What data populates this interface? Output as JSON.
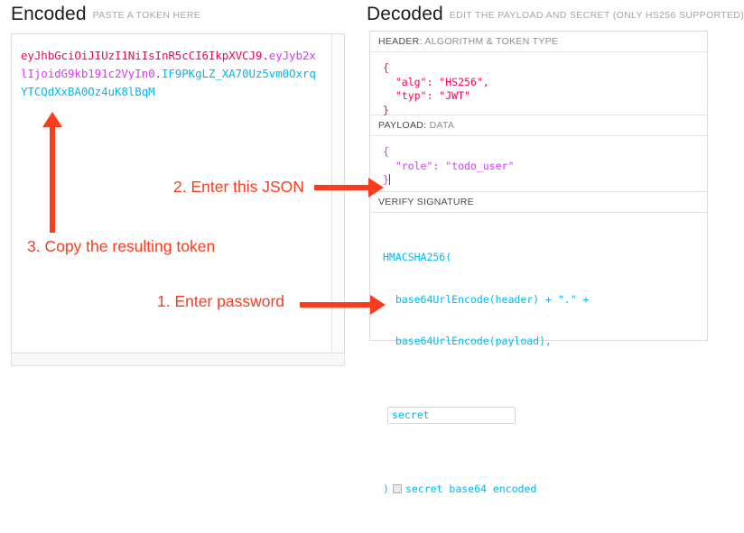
{
  "encoded": {
    "title": "Encoded",
    "subtitle": "PASTE A TOKEN HERE",
    "token": {
      "header_segment": "eyJhbGciOiJIUzI1NiIsInR5cCI6IkpXVCJ9",
      "separator": ".",
      "payload_segment": "eyJyb2xlIjoidG9kb191c2VyIn0",
      "signature_segment": "IF9PKgLZ_XA70Uz5vm0OxrqYTCQdXxBA0Oz4uK8lBqM",
      "full": "eyJhbGciOiJIUzI1NiIsInR5cCI6IkpXVCJ9.eyJyb2xlIjoidG9kb191c2VyIn0.IF9PKgLZ_XA70Uz5vm0OxrqYTCQdXxBA0Oz4uK8lBqM"
    }
  },
  "decoded": {
    "title": "Decoded",
    "subtitle": "EDIT THE PAYLOAD AND SECRET (ONLY HS256 SUPPORTED)",
    "sections": {
      "header": {
        "label_key": "HEADER:",
        "label_value": "ALGORITHM & TOKEN TYPE",
        "body": "{\n  \"alg\": \"HS256\",\n  \"typ\": \"JWT\"\n}"
      },
      "payload": {
        "label_key": "PAYLOAD:",
        "label_value": "DATA",
        "body": "{\n  \"role\": \"todo_user\"\n}"
      },
      "signature": {
        "label_key": "VERIFY SIGNATURE",
        "label_value": "",
        "line1": "HMACSHA256(",
        "line2": "  base64UrlEncode(header) + \".\" +",
        "line3": "  base64UrlEncode(payload),",
        "secret_value": "secret",
        "secret_placeholder": "secret",
        "closing_paren": ")",
        "base64_label": "secret base64 encoded",
        "base64_checked": false
      }
    }
  },
  "annotations": [
    {
      "id": "step-1",
      "text": "1. Enter password"
    },
    {
      "id": "step-2",
      "text": "2. Enter this JSON"
    },
    {
      "id": "step-3",
      "text": "3. Copy the resulting token"
    }
  ],
  "colors": {
    "header_segment": "#fb015b",
    "payload_segment": "#d63aff",
    "signature_segment": "#00b9f1",
    "annotation": "#fa3c1e",
    "panel_border": "#dcdcdc"
  }
}
